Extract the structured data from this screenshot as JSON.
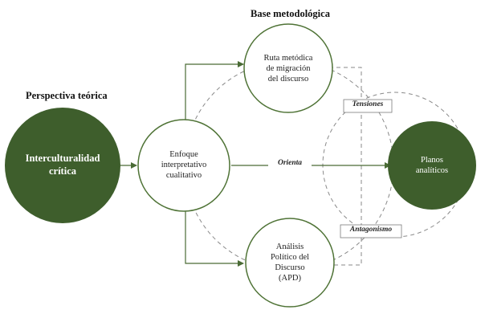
{
  "headings": {
    "base": "Base metodológica",
    "perspective": "Perspectiva teórica"
  },
  "nodes": {
    "interculturalidad": [
      "Interculturalidad",
      "crítica"
    ],
    "enfoque": [
      "Enfoque",
      "interpretativo",
      "cualitativo"
    ],
    "ruta": [
      "Ruta metódica",
      "de migración",
      "del discurso"
    ],
    "apd": [
      "Análisis",
      "Político del",
      "Discurso",
      "(APD)"
    ],
    "planos": [
      "Planos",
      "analíticos"
    ]
  },
  "connectors": {
    "orienta": "Orienta",
    "tensiones": "Tensiones",
    "antagonismo": "Antagonismo"
  },
  "colors": {
    "dark_green": "#3e5e2c",
    "outline_green": "#4f7336",
    "arrow": "#4a6b35",
    "dashed": "#8a8a8a",
    "box_border": "#7a7a7a"
  }
}
